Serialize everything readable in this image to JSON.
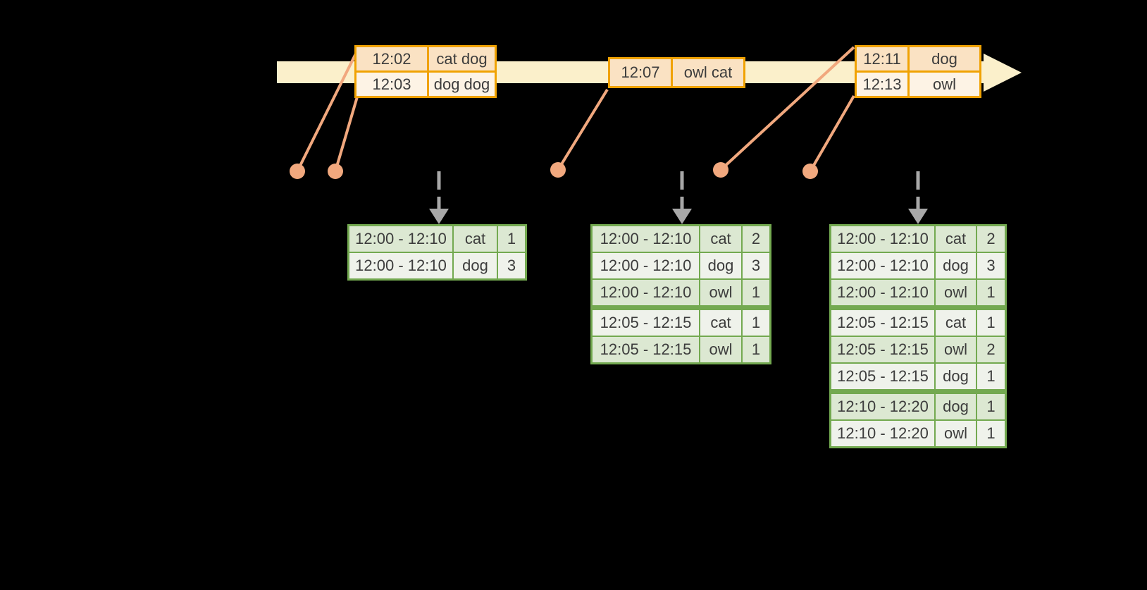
{
  "colors": {
    "background": "#000000",
    "timeline_fill": "#FBF0CB",
    "event_table_border": "#F0A202",
    "event_row_dark": "#FAE2C3",
    "event_row_light": "#FDF3E5",
    "connector_and_dots": "#F1A87E",
    "trigger_arrow_gray": "#A8A8A8",
    "result_table_border": "#73A950",
    "result_row_dark": "#DCE8D2",
    "result_row_light": "#EFF2EB",
    "text": "#3C3C3C"
  },
  "icons": {
    "timeline_arrowhead": "right-arrowhead",
    "event_dot": "filled-circle",
    "trigger_arrow": "dashed-down-arrow"
  },
  "event_tables": [
    {
      "rows": [
        {
          "time": "12:02",
          "words": "cat dog"
        },
        {
          "time": "12:03",
          "words": "dog dog"
        }
      ]
    },
    {
      "rows": [
        {
          "time": "12:07",
          "words": "owl cat"
        }
      ]
    },
    {
      "rows": [
        {
          "time": "12:11",
          "words": "dog"
        },
        {
          "time": "12:13",
          "words": "owl"
        }
      ]
    }
  ],
  "result_tables": [
    {
      "rows": [
        {
          "window": "12:00 - 12:10",
          "word": "cat",
          "count": "1"
        },
        {
          "window": "12:00 - 12:10",
          "word": "dog",
          "count": "3"
        }
      ]
    },
    {
      "rows": [
        {
          "window": "12:00 - 12:10",
          "word": "cat",
          "count": "2"
        },
        {
          "window": "12:00 - 12:10",
          "word": "dog",
          "count": "3"
        },
        {
          "window": "12:00 - 12:10",
          "word": "owl",
          "count": "1"
        },
        {
          "window": "12:05 - 12:15",
          "word": "cat",
          "count": "1",
          "group_start": true
        },
        {
          "window": "12:05 - 12:15",
          "word": "owl",
          "count": "1"
        }
      ]
    },
    {
      "rows": [
        {
          "window": "12:00 - 12:10",
          "word": "cat",
          "count": "2"
        },
        {
          "window": "12:00 - 12:10",
          "word": "dog",
          "count": "3"
        },
        {
          "window": "12:00 - 12:10",
          "word": "owl",
          "count": "1"
        },
        {
          "window": "12:05 - 12:15",
          "word": "cat",
          "count": "1",
          "group_start": true
        },
        {
          "window": "12:05 - 12:15",
          "word": "owl",
          "count": "2"
        },
        {
          "window": "12:05 - 12:15",
          "word": "dog",
          "count": "1"
        },
        {
          "window": "12:10 - 12:20",
          "word": "dog",
          "count": "1",
          "group_start": true
        },
        {
          "window": "12:10 - 12:20",
          "word": "owl",
          "count": "1"
        }
      ]
    }
  ]
}
